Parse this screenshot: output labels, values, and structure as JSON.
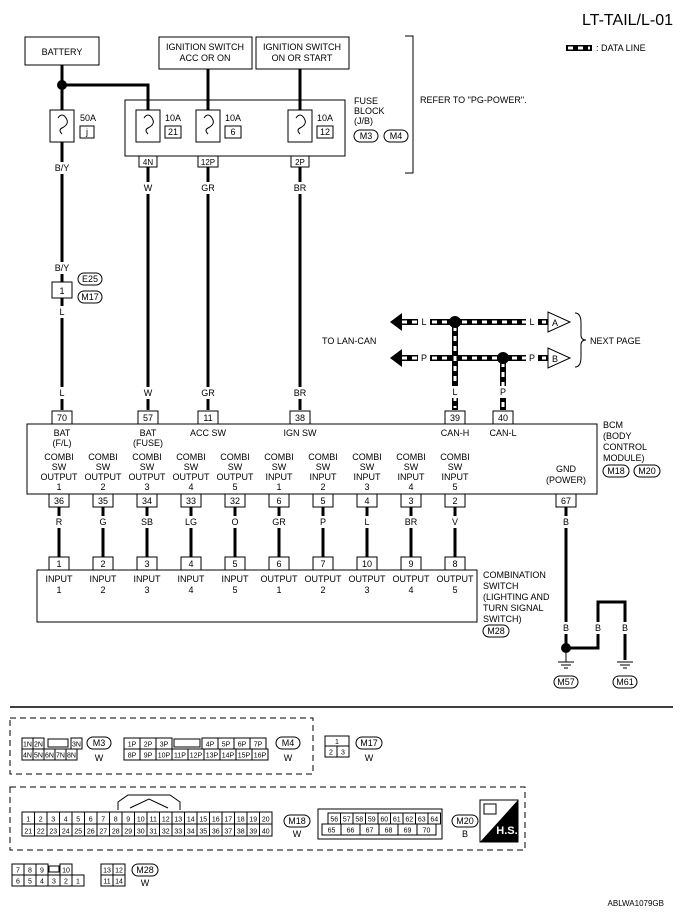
{
  "page": {
    "id": "LT-TAIL/L-01",
    "code": "ABLWA1079GB",
    "data_line_legend": ": DATA LINE"
  },
  "sources": {
    "battery": "BATTERY",
    "ign_acc_l1": "IGNITION SWITCH",
    "ign_acc_l2": "ACC OR ON",
    "ign_on_l1": "IGNITION SWITCH",
    "ign_on_l2": "ON OR START"
  },
  "fuse_block": {
    "l1": "FUSE",
    "l2": "BLOCK",
    "l3": "(J/B)",
    "conn1": "M3",
    "conn2": "M4",
    "refer": "REFER TO \"PG-POWER\".",
    "fuses": [
      {
        "amp": "50A",
        "id": "j"
      },
      {
        "amp": "10A",
        "id": "21"
      },
      {
        "amp": "10A",
        "id": "6"
      },
      {
        "amp": "10A",
        "id": "12"
      }
    ],
    "pins": [
      "4N",
      "12P",
      "2P"
    ]
  },
  "wires": {
    "by": "B/Y",
    "w": "W",
    "gr": "GR",
    "br": "BR",
    "l": "L",
    "p": "P",
    "comb": [
      "R",
      "G",
      "SB",
      "LG",
      "O",
      "GR",
      "P",
      "L",
      "BR",
      "V"
    ],
    "b": "B"
  },
  "joint": {
    "pin": "1",
    "conn1": "E25",
    "conn2": "M17"
  },
  "can": {
    "to_lan": "TO LAN-CAN",
    "next": "NEXT PAGE",
    "l": "L",
    "p": "P",
    "a": "A",
    "bb": "B"
  },
  "bcm": {
    "l1": "BCM",
    "l2": "(BODY",
    "l3": "CONTROL",
    "l4": "MODULE)",
    "conn1": "M18",
    "conn2": "M20",
    "top_pins": [
      "70",
      "57",
      "11",
      "38",
      "39",
      "40"
    ],
    "top_labels": [
      {
        "a": "BAT",
        "b": "(F/L)"
      },
      {
        "a": "BAT",
        "b": "(FUSE)"
      },
      {
        "a": "ACC SW",
        "b": ""
      },
      {
        "a": "IGN SW",
        "b": ""
      },
      {
        "a": "CAN-H",
        "b": ""
      },
      {
        "a": "CAN-L",
        "b": ""
      }
    ],
    "bottom_labels": [
      {
        "a": "COMBI",
        "b": "SW",
        "c": "OUTPUT",
        "d": "1"
      },
      {
        "a": "COMBI",
        "b": "SW",
        "c": "OUTPUT",
        "d": "2"
      },
      {
        "a": "COMBI",
        "b": "SW",
        "c": "OUTPUT",
        "d": "3"
      },
      {
        "a": "COMBI",
        "b": "SW",
        "c": "OUTPUT",
        "d": "4"
      },
      {
        "a": "COMBI",
        "b": "SW",
        "c": "OUTPUT",
        "d": "5"
      },
      {
        "a": "COMBI",
        "b": "SW",
        "c": "INPUT",
        "d": "1"
      },
      {
        "a": "COMBI",
        "b": "SW",
        "c": "INPUT",
        "d": "2"
      },
      {
        "a": "COMBI",
        "b": "SW",
        "c": "INPUT",
        "d": "3"
      },
      {
        "a": "COMBI",
        "b": "SW",
        "c": "INPUT",
        "d": "4"
      },
      {
        "a": "COMBI",
        "b": "SW",
        "c": "INPUT",
        "d": "5"
      }
    ],
    "bottom_pins": [
      "36",
      "35",
      "34",
      "33",
      "32",
      "6",
      "5",
      "4",
      "3",
      "2"
    ],
    "gnd_l1": "GND",
    "gnd_l2": "(POWER)",
    "gnd_pin": "67"
  },
  "combo": {
    "l1": "COMBINATION",
    "l2": "SWITCH",
    "l3": "(LIGHTING AND",
    "l4": "TURN SIGNAL",
    "l5": "SWITCH)",
    "conn": "M28",
    "pins": [
      "1",
      "2",
      "3",
      "4",
      "5",
      "6",
      "7",
      "10",
      "9",
      "8"
    ],
    "labels": [
      {
        "a": "INPUT",
        "b": "1"
      },
      {
        "a": "INPUT",
        "b": "2"
      },
      {
        "a": "INPUT",
        "b": "3"
      },
      {
        "a": "INPUT",
        "b": "4"
      },
      {
        "a": "INPUT",
        "b": "5"
      },
      {
        "a": "OUTPUT",
        "b": "1"
      },
      {
        "a": "OUTPUT",
        "b": "2"
      },
      {
        "a": "OUTPUT",
        "b": "3"
      },
      {
        "a": "OUTPUT",
        "b": "4"
      },
      {
        "a": "OUTPUT",
        "b": "5"
      }
    ]
  },
  "grounds": [
    "M57",
    "M61"
  ],
  "connectors": {
    "m3": {
      "name": "M3",
      "color": "W",
      "top": [
        "1N",
        "2N",
        "3N"
      ],
      "bot": [
        "4N",
        "5N",
        "6N",
        "7N",
        "8N"
      ]
    },
    "m4": {
      "name": "M4",
      "color": "W",
      "top": [
        "1P",
        "2P",
        "3P",
        "4P",
        "5P",
        "6P",
        "7P"
      ],
      "bot": [
        "8P",
        "9P",
        "10P",
        "11P",
        "12P",
        "13P",
        "14P",
        "15P",
        "16P"
      ]
    },
    "m17": {
      "name": "M17",
      "color": "W",
      "top": [
        "1"
      ],
      "bot": [
        "2",
        "3"
      ]
    },
    "m18": {
      "name": "M18",
      "color": "W",
      "top": [
        "1",
        "2",
        "3",
        "4",
        "5",
        "6",
        "7",
        "8",
        "9",
        "10",
        "11",
        "12",
        "13",
        "14",
        "15",
        "16",
        "17",
        "18",
        "19",
        "20"
      ],
      "bot": [
        "21",
        "22",
        "23",
        "24",
        "25",
        "26",
        "27",
        "28",
        "29",
        "30",
        "31",
        "32",
        "33",
        "34",
        "35",
        "36",
        "37",
        "38",
        "39",
        "40"
      ]
    },
    "m20": {
      "name": "M20",
      "color": "B",
      "top": [
        "56",
        "57",
        "58",
        "59",
        "60",
        "61",
        "62",
        "63",
        "64"
      ],
      "bot": [
        "65",
        "66",
        "67",
        "68",
        "69",
        "70"
      ]
    },
    "m28": {
      "name": "M28",
      "color": "W",
      "top": [
        "7",
        "8",
        "9",
        "10",
        "13",
        "12"
      ],
      "bot": [
        "6",
        "5",
        "4",
        "3",
        "2",
        "1",
        "11",
        "14"
      ]
    },
    "hs": "H.S."
  }
}
